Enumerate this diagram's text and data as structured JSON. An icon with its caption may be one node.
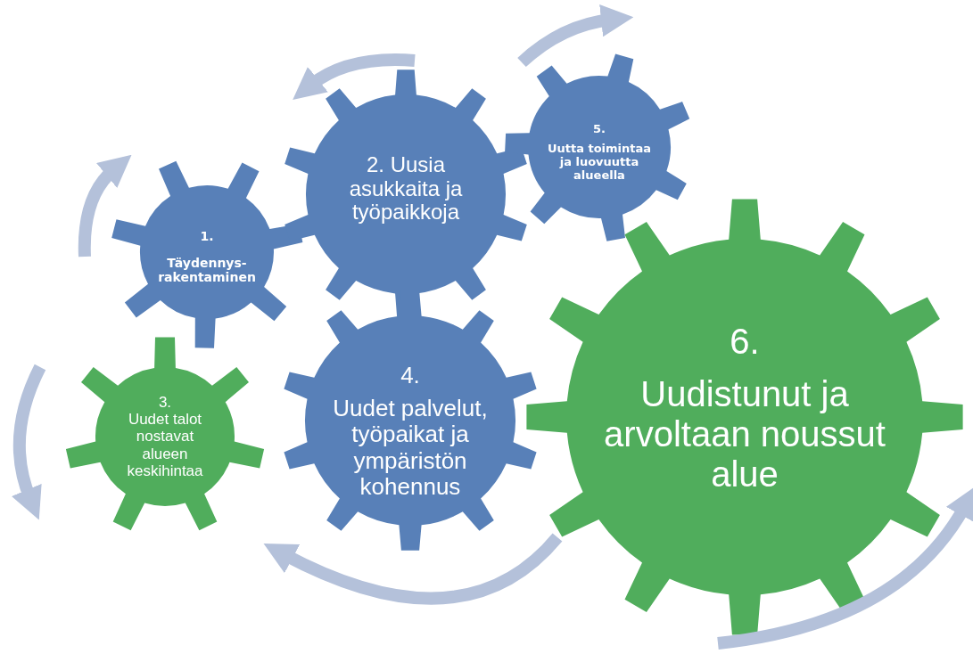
{
  "diagram": {
    "nodes": [
      {
        "text": [
          "1.",
          "Täydennys-rakentaminen"
        ]
      },
      {
        "text": [
          "2. Uusia asukkaita ja työpaikkoja"
        ]
      },
      {
        "text": [
          "5.",
          "Uutta toimintaa ja luovuutta alueella"
        ]
      },
      {
        "text": [
          "3.",
          "Uudet talot nostavat alueen keskihintaa"
        ]
      },
      {
        "text": [
          "4.",
          "Uudet palvelut, työpaikat ja ympäristön kohennus"
        ]
      },
      {
        "text": [
          "6.",
          "Uudistunut ja arvoltaan noussut alue"
        ]
      }
    ]
  }
}
